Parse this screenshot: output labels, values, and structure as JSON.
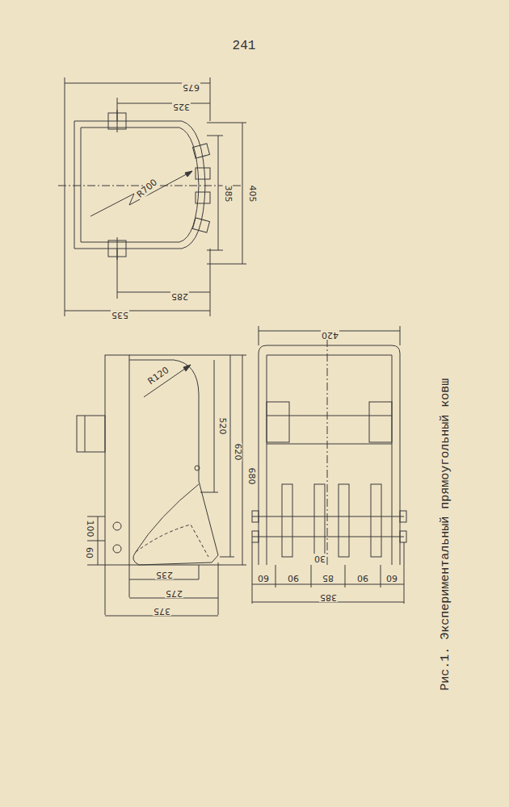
{
  "diagram": {
    "caption": "Рис.1. Экспериментальный прямоугольный ковш",
    "labels": [
      "241",
      "675",
      "325",
      "R700",
      "385",
      "405",
      "285",
      "535",
      "R120",
      "520",
      "620",
      "680",
      "100",
      "60",
      "235",
      "275",
      "375",
      "420",
      "60",
      "90",
      "85",
      "90",
      "60",
      "30",
      "385"
    ]
  }
}
